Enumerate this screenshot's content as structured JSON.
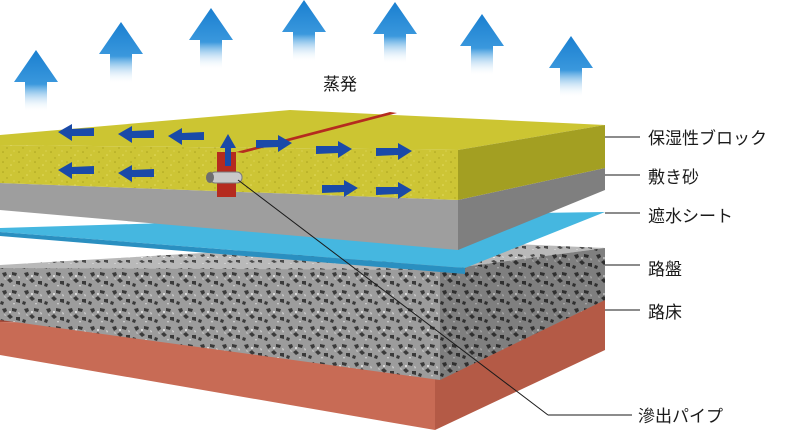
{
  "evaporation_label": "蒸発",
  "layers": [
    {
      "name": "保湿性ブロック"
    },
    {
      "name": "敷き砂"
    },
    {
      "name": "遮水シート"
    },
    {
      "name": "路盤"
    },
    {
      "name": "路床"
    }
  ],
  "pipe_label": "滲出パイプ",
  "colors": {
    "block_top": "#ccc532",
    "block_front": "#cdc535",
    "block_side": "#a39f22",
    "sand": "#9e9e9e",
    "sheet": "#45b7e0",
    "base": "#8a8a8a",
    "subgrade": "#b5543f",
    "arrow": "#1a4aa8",
    "evap_arrow": "#1a7fd0",
    "slit": "#b52b1f"
  },
  "icons": {
    "evaporation": "up-arrow-icon",
    "water_flow": "right-arrow-icon"
  }
}
